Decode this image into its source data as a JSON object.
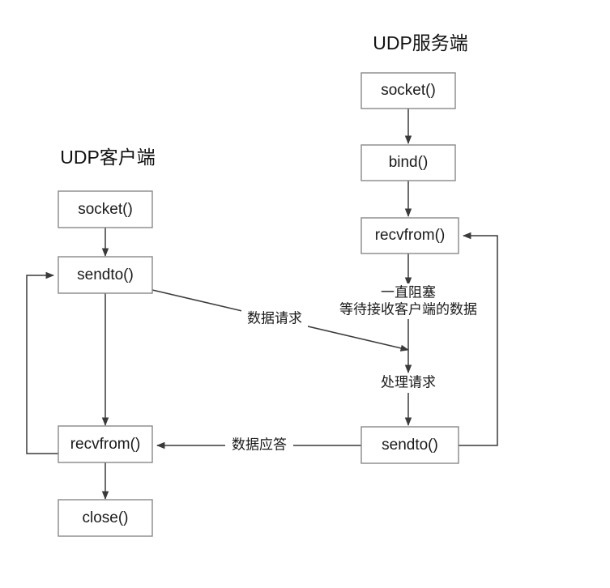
{
  "diagram": {
    "title_client": "UDP客户端",
    "title_server": "UDP服务端",
    "client": {
      "nodes": [
        {
          "id": "c-socket",
          "label": "socket()"
        },
        {
          "id": "c-sendto",
          "label": "sendto()"
        },
        {
          "id": "c-recvfrom",
          "label": "recvfrom()"
        },
        {
          "id": "c-close",
          "label": "close()"
        }
      ]
    },
    "server": {
      "nodes": [
        {
          "id": "s-socket",
          "label": "socket()"
        },
        {
          "id": "s-bind",
          "label": "bind()"
        },
        {
          "id": "s-recvfrom",
          "label": "recvfrom()"
        },
        {
          "id": "s-sendto",
          "label": "sendto()"
        }
      ],
      "notes": [
        {
          "id": "blocking-note-line1",
          "label": "一直阻塞"
        },
        {
          "id": "blocking-note-line2",
          "label": "等待接收客户端的数据"
        },
        {
          "id": "process-note",
          "label": "处理请求"
        }
      ]
    },
    "edges": [
      {
        "id": "request-edge",
        "label": "数据请求"
      },
      {
        "id": "response-edge",
        "label": "数据应答"
      }
    ],
    "colors": {
      "box_stroke": "#888888",
      "box_fill": "#ffffff",
      "line": "#3a3a3a",
      "text": "#1a1a1a",
      "background": "#ffffff"
    }
  }
}
